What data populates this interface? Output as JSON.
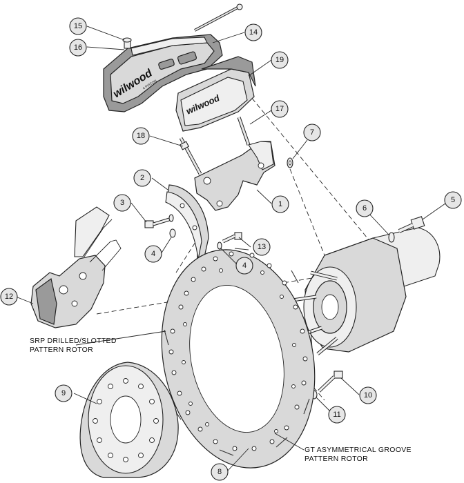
{
  "callouts": {
    "c1": "1",
    "c2": "2",
    "c3": "3",
    "c4a": "4",
    "c4b": "4",
    "c5": "5",
    "c6": "6",
    "c7": "7",
    "c8": "8",
    "c9": "9",
    "c10": "10",
    "c11": "11",
    "c12": "12",
    "c13": "13",
    "c14": "14",
    "c15": "15",
    "c16": "16",
    "c17": "17",
    "c18": "18",
    "c19": "19"
  },
  "labels": {
    "srp_line1": "SRP DRILLED/SLOTTED",
    "srp_line2": "PATTERN ROTOR",
    "gt_line1": "GT ASYMMETRICAL GROOVE",
    "gt_line2": "PATTERN ROTOR"
  },
  "branding": {
    "caliper_logo": "wilwood",
    "pad_logo": "wilwood",
    "caliper_model": "4 PISTON"
  },
  "colors": {
    "line": "#222222",
    "callout_fill": "#e6e6e6",
    "part_fill": "#d9d9d9",
    "caliper_fill": "#9a9a9a"
  }
}
